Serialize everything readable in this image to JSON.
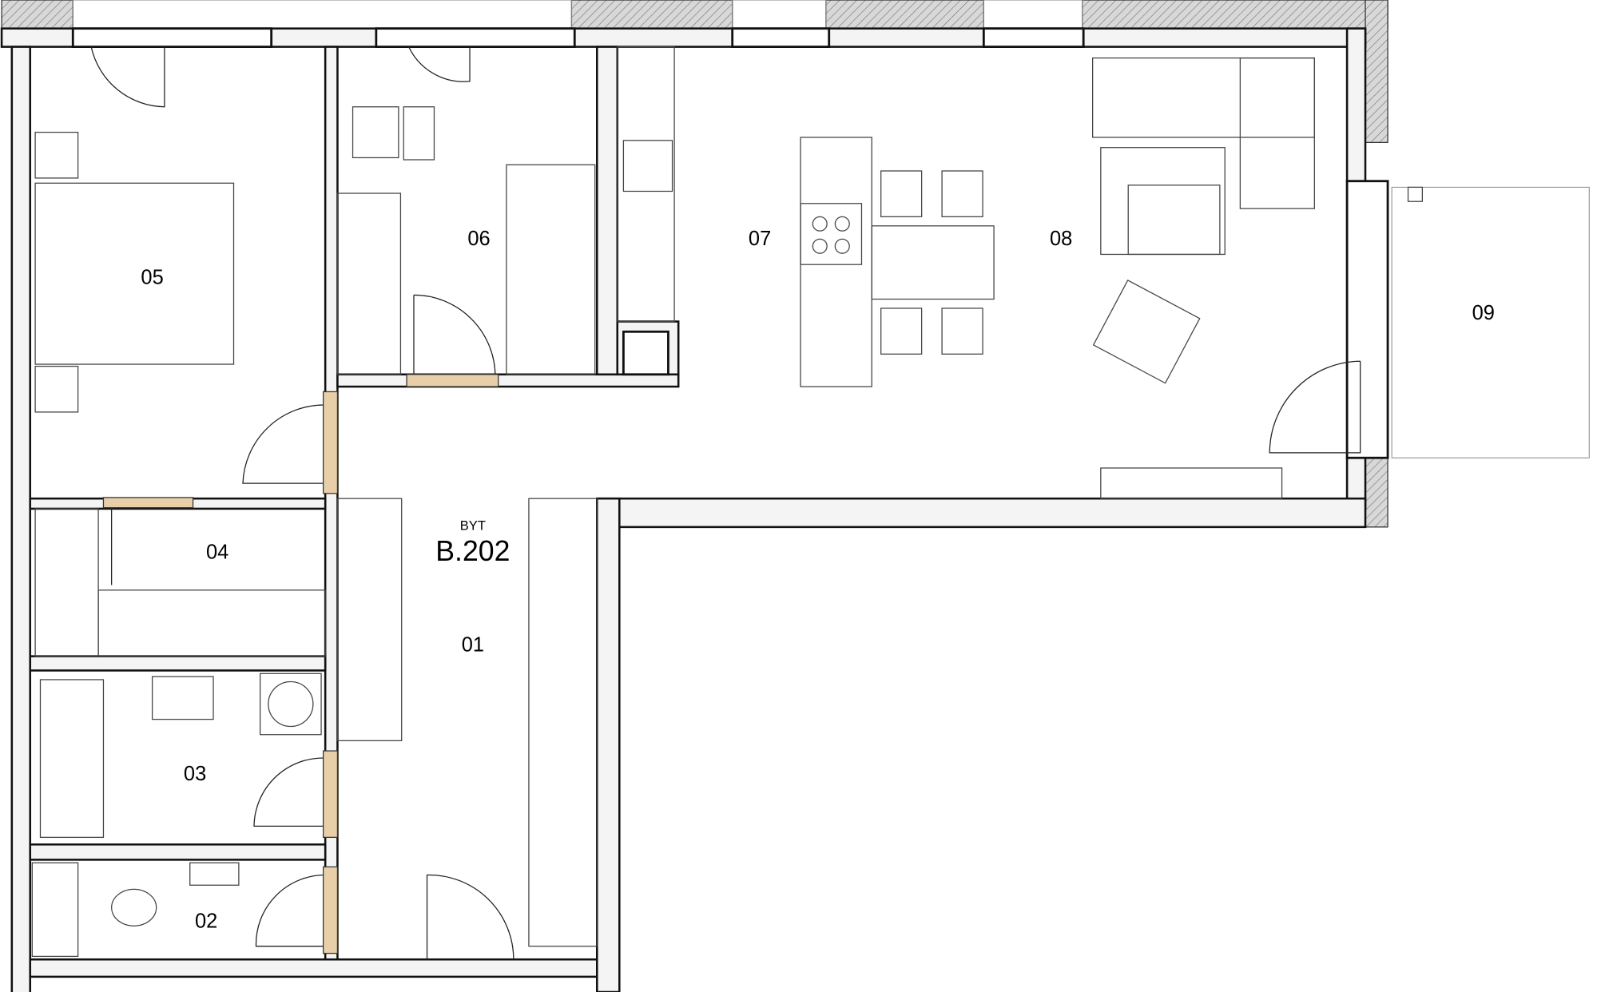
{
  "apartment": {
    "prefix": "BYT",
    "code": "B.202"
  },
  "rooms": [
    {
      "id": "01"
    },
    {
      "id": "02"
    },
    {
      "id": "03"
    },
    {
      "id": "04"
    },
    {
      "id": "05"
    },
    {
      "id": "06"
    },
    {
      "id": "07"
    },
    {
      "id": "08"
    },
    {
      "id": "09"
    }
  ],
  "colors": {
    "wall": "#111111",
    "door_frame": "#e9cfa8",
    "insulation": "#999999"
  }
}
